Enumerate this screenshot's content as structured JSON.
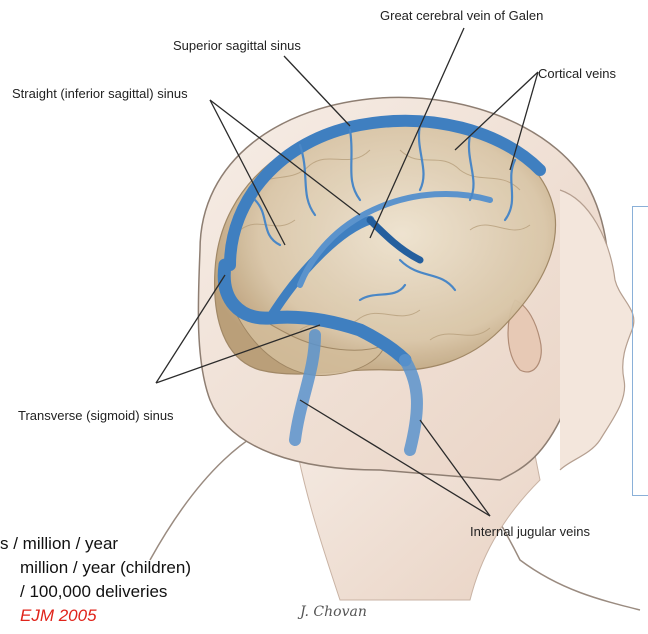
{
  "labels": {
    "great_cerebral_vein": "Great cerebral vein of Galen",
    "superior_sagittal_sinus": "Superior sagittal sinus",
    "cortical_veins": "Cortical veins",
    "straight_sinus": "Straight (inferior sagittal) sinus",
    "transverse_sinus": "Transverse (sigmoid) sinus",
    "internal_jugular_veins": "Internal jugular veins"
  },
  "stats": {
    "line1": "s / million / year",
    "line2": "million / year (children)",
    "line3": "/ 100,000 deliveries",
    "citation": "EJM 2005"
  },
  "signature": "J. Chovan",
  "colors": {
    "vein_blue": "#3f7fc0",
    "vein_dark": "#245f9e",
    "brain_tan": "#d9c6a8",
    "skin": "#f1e4da",
    "citation_red": "#e0241b",
    "panel_border": "#8ab0d8"
  }
}
